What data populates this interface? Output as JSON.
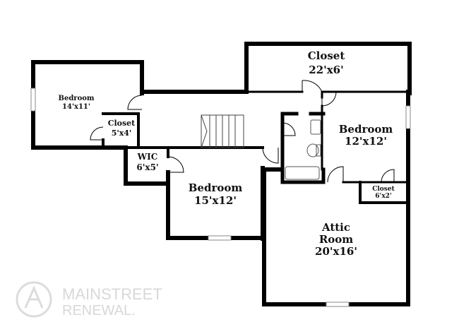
{
  "rooms": {
    "closet_top": {
      "name": "Closet",
      "size": "22'x6'"
    },
    "bedroom_left": {
      "name": "Bedroom",
      "size": "14'x11'"
    },
    "closet_left": {
      "name": "Closet",
      "size": "5'x4'"
    },
    "wic": {
      "name": "WIC",
      "size": "6'x5'"
    },
    "bedroom_mid": {
      "name": "Bedroom",
      "size": "15'x12'"
    },
    "bedroom_right": {
      "name": "Bedroom",
      "size": "12'x12'"
    },
    "closet_small": {
      "name": "Closet",
      "size": "6'x2'"
    },
    "attic": {
      "name_line1": "Attic",
      "name_line2": "Room",
      "size": "20'x16'"
    }
  },
  "watermark": {
    "line1": "MAINSTREET",
    "line2": "RENEWAL."
  },
  "colors": {
    "wall": "#000000",
    "fixture": "#555555",
    "watermark": "#d8d8d8"
  }
}
